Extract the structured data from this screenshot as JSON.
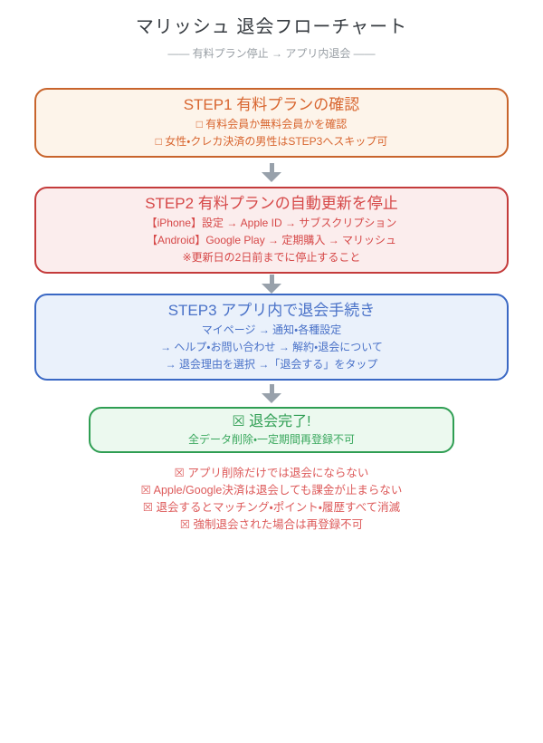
{
  "header": {
    "title": "マリッシュ 退会フローチャート",
    "subtitle": "—— 有料プラン停止 → アプリ内退会 ——"
  },
  "steps": [
    {
      "title": "STEP1 有料プランの確認",
      "lines": [
        "□ 有料会員か無料会員かを確認",
        "□ 女性・クレカ決済の男性はSTEP3へスキップ可"
      ],
      "colors": {
        "border": "#c8642c",
        "background": "#fdf4ea",
        "text": "#d8652f"
      }
    },
    {
      "title": "STEP2 有料プランの自動更新を停止",
      "lines": [
        "【iPhone】設定 → Apple ID → サブスクリプション",
        "【Android】Google Play → 定期購入 → マリッシュ",
        "※更新日の2日前までに停止すること"
      ],
      "colors": {
        "border": "#c43b3b",
        "background": "#fbeded",
        "text": "#d64848"
      }
    },
    {
      "title": "STEP3 アプリ内で退会手続き",
      "lines": [
        "マイページ → 通知・各種設定",
        "→ ヘルプ・お問い合わせ → 解約・退会について",
        "→ 退会理由を選択 →「退会する」をタップ"
      ],
      "colors": {
        "border": "#3a68c4",
        "background": "#eaf1fb",
        "text": "#4a72c8"
      }
    }
  ],
  "result": {
    "title": "☒ 退会完了!",
    "subtitle": "全データ削除・一定期間再登録不可",
    "colors": {
      "border": "#2f9e53",
      "background": "#ecf9ef",
      "text": "#2f9e53"
    }
  },
  "warnings": [
    "☒ アプリ削除だけでは退会にならない",
    "☒ Apple/Google決済は退会しても課金が止まらない",
    "☒ 退会するとマッチング・ポイント・履歴すべて消滅",
    "☒ 強制退会された場合は再登録不可"
  ],
  "warning_color": "#dd5a5a",
  "arrow_color": "#98a1ab"
}
